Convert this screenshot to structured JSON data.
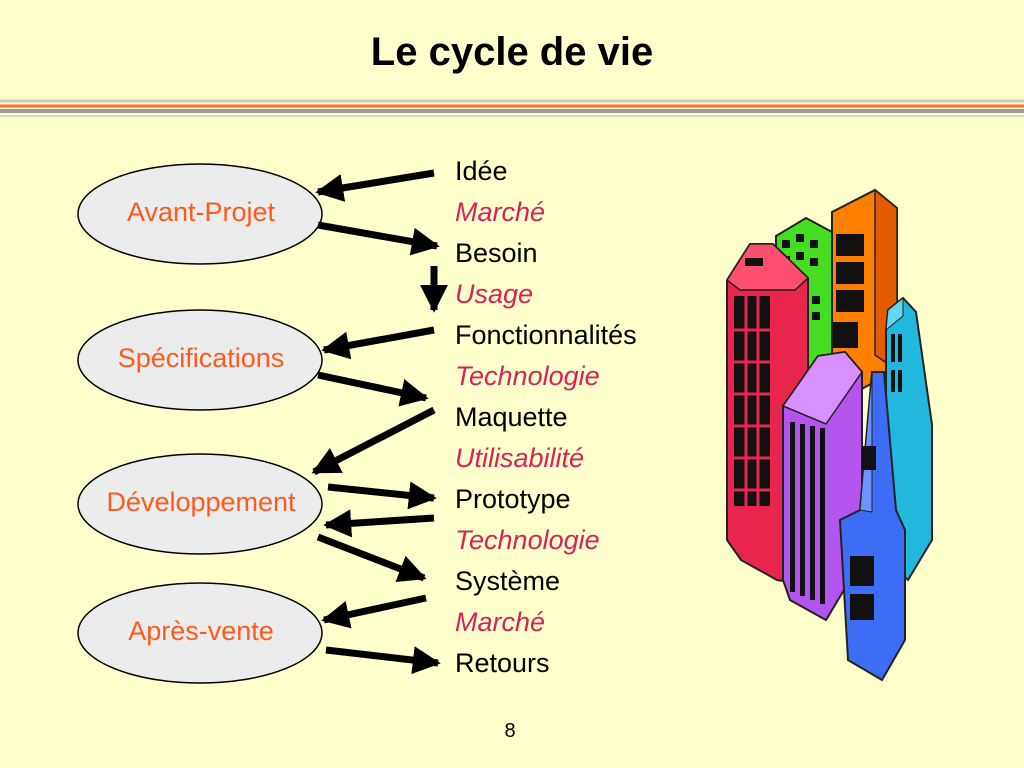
{
  "title": "Le cycle de vie",
  "stages": [
    {
      "id": "avant-projet",
      "label": "Avant-Projet"
    },
    {
      "id": "specifications",
      "label": "Spécifications"
    },
    {
      "id": "developpement",
      "label": "Développement"
    },
    {
      "id": "apres-vente",
      "label": "Après-vente"
    }
  ],
  "steps": [
    {
      "label": "Idée",
      "style": "normal"
    },
    {
      "label": "Marché",
      "style": "italic"
    },
    {
      "label": "Besoin",
      "style": "normal"
    },
    {
      "label": "Usage",
      "style": "italic"
    },
    {
      "label": "Fonctionnalités",
      "style": "normal"
    },
    {
      "label": "Technologie",
      "style": "italic"
    },
    {
      "label": "Maquette",
      "style": "normal"
    },
    {
      "label": "Utilisabilité",
      "style": "italic"
    },
    {
      "label": "Prototype",
      "style": "normal"
    },
    {
      "label": "Technologie",
      "style": "italic"
    },
    {
      "label": "Système",
      "style": "normal"
    },
    {
      "label": "Marché",
      "style": "italic"
    },
    {
      "label": "Retours",
      "style": "normal"
    }
  ],
  "colors": {
    "background": "#ffffcc",
    "stage_text": "#ff5a1e",
    "italic_text": "#d4245a",
    "rule_orange": "#ff6633"
  },
  "illustration": "buildings-clipart",
  "page_number": "8"
}
